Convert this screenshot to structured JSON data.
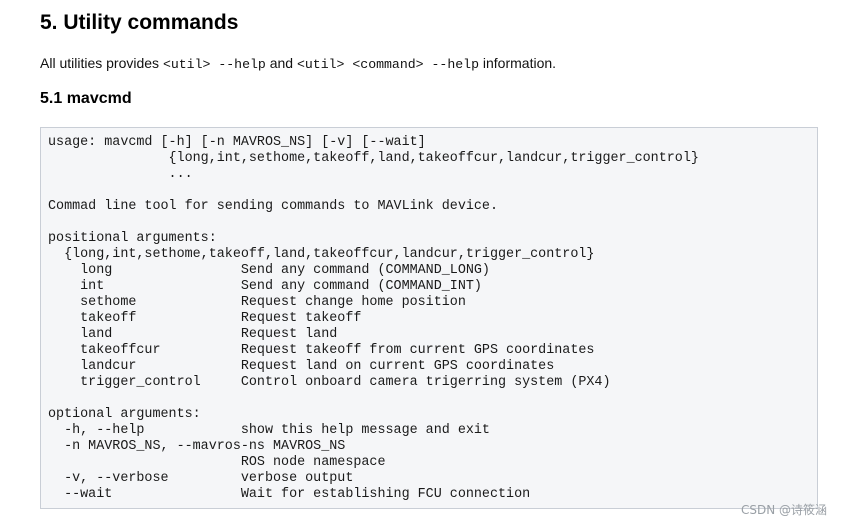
{
  "heading": "5. Utility commands",
  "intro": {
    "prefix": "All utilities provides ",
    "code1": "<util> --help",
    "middle": " and ",
    "code2": "<util> <command> --help",
    "suffix": " information."
  },
  "subheading": "5.1 mavcmd",
  "code_block": "usage: mavcmd [-h] [-n MAVROS_NS] [-v] [--wait]\n               {long,int,sethome,takeoff,land,takeoffcur,landcur,trigger_control}\n               ...\n\nCommad line tool for sending commands to MAVLink device.\n\npositional arguments:\n  {long,int,sethome,takeoff,land,takeoffcur,landcur,trigger_control}\n    long                Send any command (COMMAND_LONG)\n    int                 Send any command (COMMAND_INT)\n    sethome             Request change home position\n    takeoff             Request takeoff\n    land                Request land\n    takeoffcur          Request takeoff from current GPS coordinates\n    landcur             Request land on current GPS coordinates\n    trigger_control     Control onboard camera trigerring system (PX4)\n\noptional arguments:\n  -h, --help            show this help message and exit\n  -n MAVROS_NS, --mavros-ns MAVROS_NS\n                        ROS node namespace\n  -v, --verbose         verbose output\n  --wait                Wait for establishing FCU connection",
  "watermark": "CSDN @诗筱涵"
}
